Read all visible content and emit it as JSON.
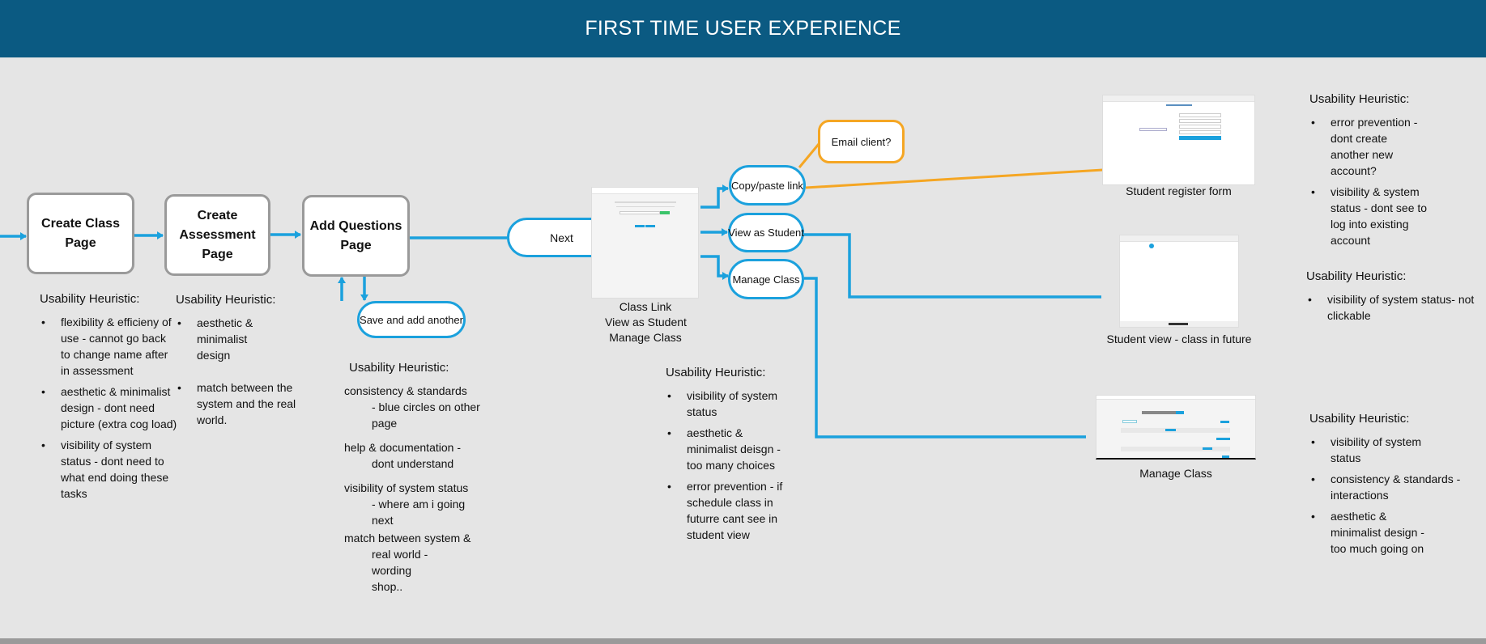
{
  "header": {
    "title": "FIRST TIME USER EXPERIENCE"
  },
  "flow": {
    "create_class": [
      "Create Class",
      "Page"
    ],
    "create_assessment": [
      "Create",
      "Assessment",
      "Page"
    ],
    "add_questions": [
      "Add Questions",
      "Page"
    ],
    "next": "Next",
    "save_and_add_another": "Save and add another",
    "copy_paste_link": "Copy/paste link",
    "view_as_student": "View as Student",
    "manage_class": "Manage Class",
    "email_client": "Email client?"
  },
  "screens": {
    "class_link_caption": [
      "Class Link",
      "View as Student",
      "Manage Class"
    ],
    "register_caption": "Student register form",
    "student_view_caption": "Student view - class in future",
    "manage_caption": "Manage Class"
  },
  "notes": {
    "heading": "Usability Heuristic:",
    "create_class": [
      "flexibility & efficieny of use - cannot go back to change name after in assessment",
      "aesthetic & minimalist design - dont need picture (extra cog load)",
      "visibility of system status - dont need to what end doing these tasks"
    ],
    "create_assessment": [
      "aesthetic & minimalist design",
      "match between the system and the real world."
    ],
    "add_questions": [
      {
        "lead": "consistency & standards",
        "rest": "- blue circles on other page"
      },
      {
        "lead": "help & documentation -",
        "rest": "dont understand"
      },
      {
        "lead": "visibility of system status",
        "rest": "- where am i going next"
      },
      {
        "lead": "match between system &",
        "rest": "real world - wording shop.."
      }
    ],
    "class_link": [
      "visibility of system status",
      "aesthetic & minimalist deisgn - too many choices",
      "error prevention - if schedule class in futurre cant see in student view"
    ],
    "register": [
      "error prevention - dont create another new account?",
      "visibility & system status - dont see to log into existing account"
    ],
    "student_view": [
      "visibility of system status- not clickable"
    ],
    "manage": [
      "visibility of system status",
      "consistency & standards - interactions",
      "aesthetic & minimalist design - too  much going on"
    ]
  },
  "colors": {
    "header": "#0b5a82",
    "flow_blue": "#1ba1dd",
    "annotation_orange": "#f5a623",
    "background": "#e5e5e5"
  }
}
